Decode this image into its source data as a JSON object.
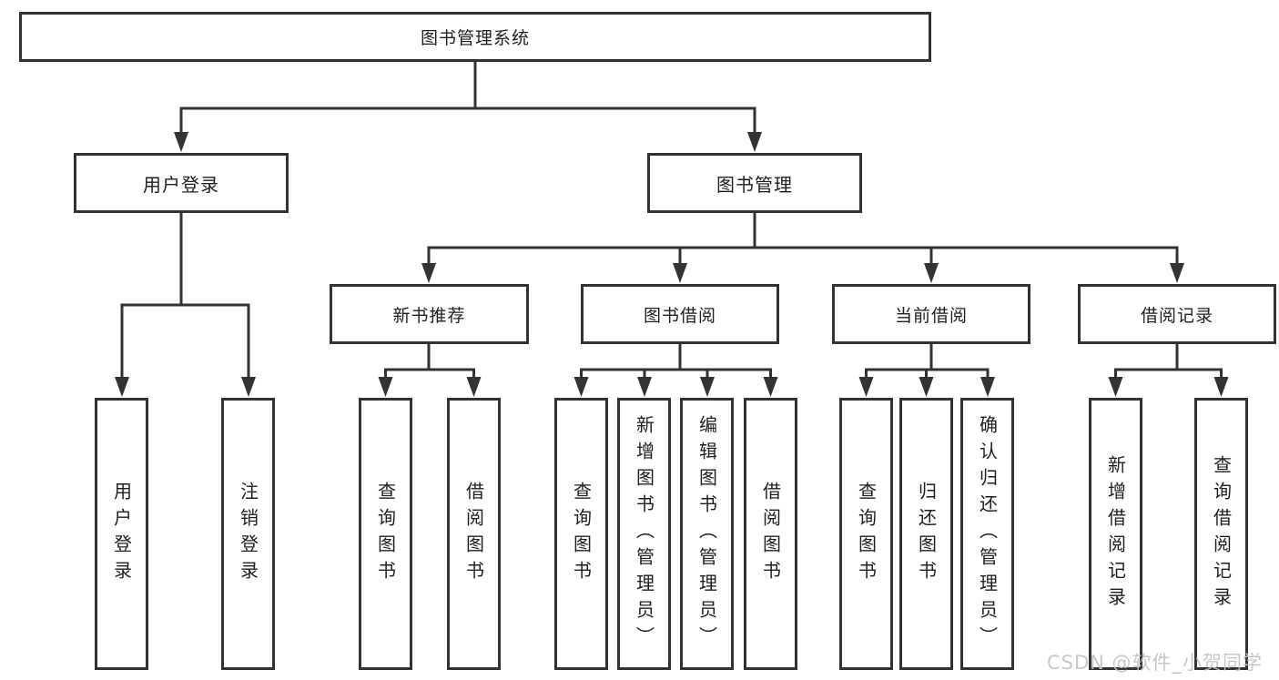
{
  "diagram": {
    "root": {
      "label": "图书管理系统"
    },
    "branches": [
      {
        "label": "用户登录",
        "children": [
          {
            "label": "用户登录"
          },
          {
            "label": "注销登录"
          }
        ]
      },
      {
        "label": "图书管理",
        "children": [
          {
            "label": "新书推荐",
            "children": [
              {
                "label": "查询图书"
              },
              {
                "label": "借阅图书"
              }
            ]
          },
          {
            "label": "图书借阅",
            "children": [
              {
                "label": "查询图书"
              },
              {
                "label": "新增图书（管理员）"
              },
              {
                "label": "编辑图书（管理员）"
              },
              {
                "label": "借阅图书"
              }
            ]
          },
          {
            "label": "当前借阅",
            "children": [
              {
                "label": "查询图书"
              },
              {
                "label": "归还图书"
              },
              {
                "label": "确认归还（管理员）"
              }
            ]
          },
          {
            "label": "借阅记录",
            "children": [
              {
                "label": "新增借阅记录"
              },
              {
                "label": "查询借阅记录"
              }
            ]
          }
        ]
      }
    ]
  },
  "watermark": {
    "text": "CSDN @软件_小贺同学"
  },
  "colors": {
    "line": "#333333",
    "box_border": "#333333",
    "text": "#1f1f1f",
    "watermark": "#c4c4c4",
    "background": "#ffffff"
  }
}
